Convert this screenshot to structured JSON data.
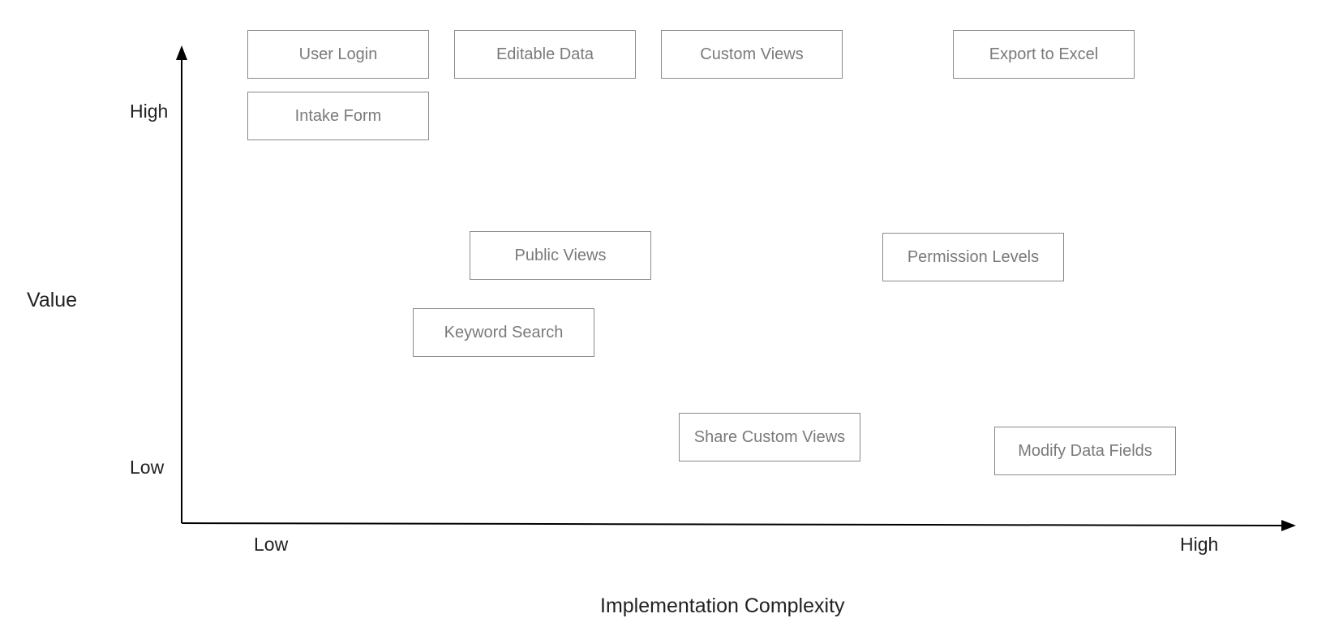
{
  "y_axis": {
    "label": "Value",
    "high_label": "High",
    "low_label": "Low"
  },
  "x_axis": {
    "label": "Implementation Complexity",
    "low_label": "Low",
    "high_label": "High"
  },
  "features": [
    {
      "label": "User Login"
    },
    {
      "label": "Editable Data"
    },
    {
      "label": "Custom Views"
    },
    {
      "label": "Export to Excel"
    },
    {
      "label": "Intake Form"
    },
    {
      "label": "Public Views"
    },
    {
      "label": "Permission Levels"
    },
    {
      "label": "Keyword Search"
    },
    {
      "label": "Share Custom Views"
    },
    {
      "label": "Modify Data Fields"
    }
  ]
}
